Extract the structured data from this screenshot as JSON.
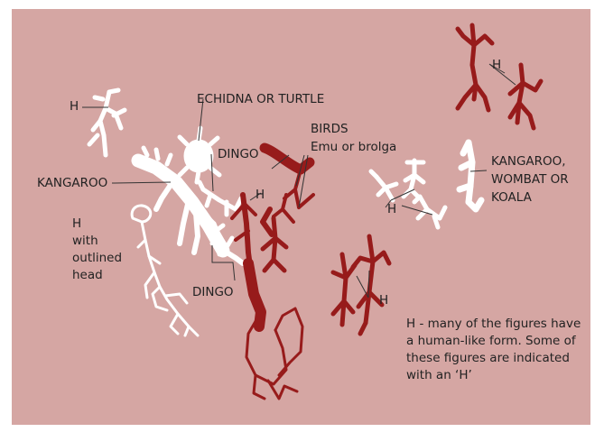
{
  "colors": {
    "background": "#d5a6a3",
    "white_figures": "#ffffff",
    "red_figures": "#971b1b",
    "text": "#222222"
  },
  "labels": {
    "h_top_left": "H",
    "echidna": "ECHIDNA OR TURTLE",
    "birds_line1": "BIRDS",
    "birds_line2": "Emu or brolga",
    "dingo_upper": "DINGO",
    "h_center": "H",
    "kangaroo": "KANGAROO",
    "h_outlined_line1": "H",
    "h_outlined_line2": "with",
    "h_outlined_line3": "outlined",
    "h_outlined_line4": "head",
    "dingo_lower": "DINGO",
    "h_top_right": "H",
    "h_right_white": "H",
    "kangaroo_wombat_line1": "KANGAROO,",
    "kangaroo_wombat_line2": "WOMBAT OR",
    "kangaroo_wombat_line3": "KOALA",
    "h_red_right": "H"
  },
  "note": {
    "line1": "H - many of the figures have",
    "line2": " a human-like form. Some of",
    "line3": "these figures are indicated",
    "line4": "with an ‘H’"
  }
}
